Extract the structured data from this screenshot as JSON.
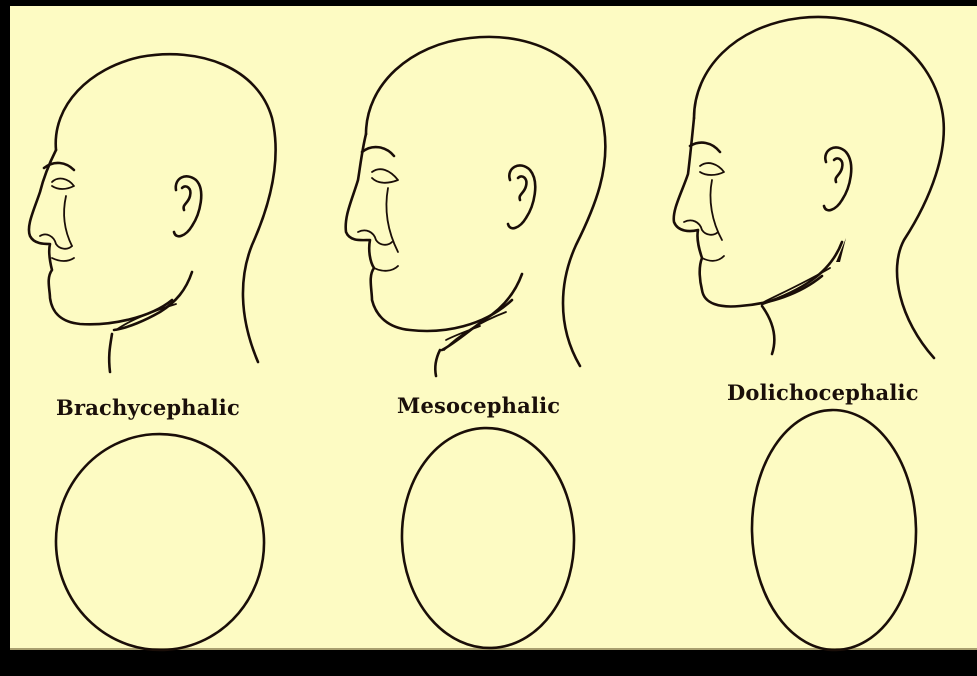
{
  "background_color": "#fdfbc3",
  "ink_color": "#1a0e08",
  "head_types": [
    {
      "label": "Brachycephalic"
    },
    {
      "label": "Mesocephalic"
    },
    {
      "label": "Dolichocephalic"
    }
  ]
}
